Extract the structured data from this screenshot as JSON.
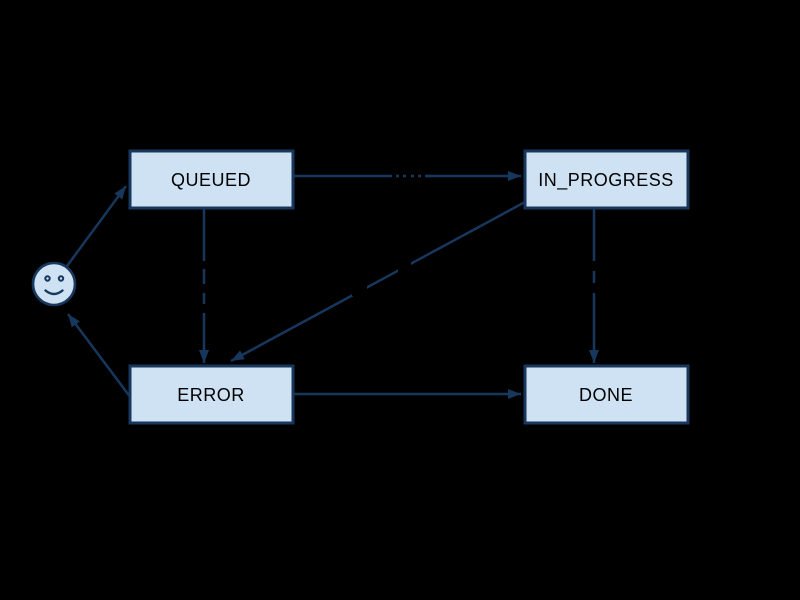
{
  "diagram": {
    "type": "state-machine",
    "colors": {
      "background": "#000000",
      "node_fill": "#cfe2f3",
      "node_stroke": "#17375d",
      "edge": "#17375d",
      "node_text": "#000000"
    },
    "nodes": [
      {
        "id": "start",
        "kind": "smiley-face",
        "label": ""
      },
      {
        "id": "QUEUED",
        "kind": "box",
        "label": "QUEUED"
      },
      {
        "id": "IN_PROGRESS",
        "kind": "box",
        "label": "IN_PROGRESS"
      },
      {
        "id": "ERROR",
        "kind": "box",
        "label": "ERROR"
      },
      {
        "id": "DONE",
        "kind": "box",
        "label": "DONE"
      }
    ],
    "edges": [
      {
        "from": "start",
        "to": "QUEUED",
        "label": ""
      },
      {
        "from": "QUEUED",
        "to": "IN_PROGRESS",
        "label": ""
      },
      {
        "from": "QUEUED",
        "to": "ERROR",
        "label": ""
      },
      {
        "from": "IN_PROGRESS",
        "to": "ERROR",
        "label": ""
      },
      {
        "from": "IN_PROGRESS",
        "to": "DONE",
        "label": ""
      },
      {
        "from": "ERROR",
        "to": "DONE",
        "label": ""
      },
      {
        "from": "ERROR",
        "to": "start",
        "label": ""
      }
    ],
    "edge_labels_visible": false
  }
}
